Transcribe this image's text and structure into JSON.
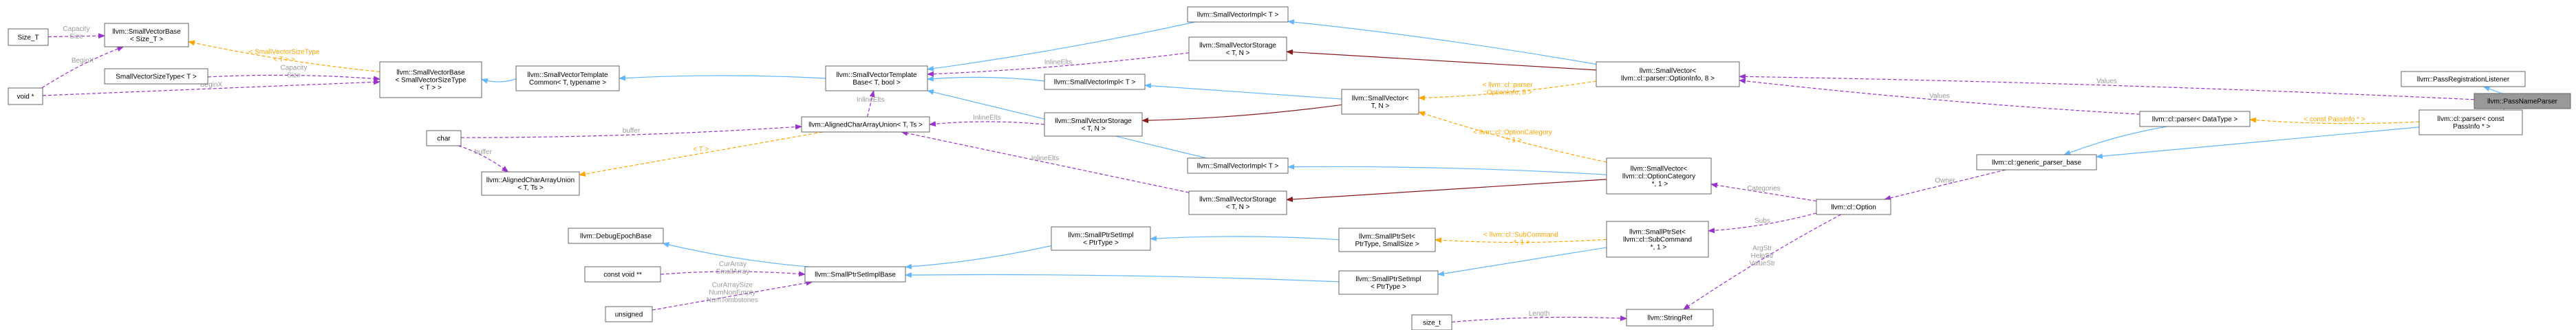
{
  "diagram": {
    "focus_node": "llvm::PassNameParser",
    "legend_colors": {
      "inheritance": "#63b8ff",
      "usage": "#9a32cd",
      "template_instance": "#ffa500",
      "private_inheritance": "#8b1a1a",
      "focus_fill": "#999999"
    },
    "nodes": {
      "size_t_cap": [
        "Size_T"
      ],
      "void_ptr": [
        "void *"
      ],
      "svec_base_sizet": [
        "llvm::SmallVectorBase",
        "< Size_T >"
      ],
      "svec_size_type": [
        "SmallVectorSizeType< T >"
      ],
      "svec_base_svst": [
        "llvm::SmallVectorBase",
        "< SmallVectorSizeType",
        "< T > >"
      ],
      "svec_tpl_common": [
        "llvm::SmallVectorTemplate",
        "Common< T, typename >"
      ],
      "svec_tpl_base": [
        "llvm::SmallVectorTemplate",
        "Base< T, bool >"
      ],
      "char": [
        "char"
      ],
      "aligned_union": [
        "llvm::AlignedCharArrayUnion< T, Ts >"
      ],
      "aligned_ts": [
        "llvm::AlignedCharArrayUnion",
        "< T, Ts >"
      ],
      "debug_epoch": [
        "llvm::DebugEpochBase"
      ],
      "const_void": [
        "const void **"
      ],
      "sps_impl_base": [
        "llvm::SmallPtrSetImplBase"
      ],
      "unsigned": [
        "unsigned"
      ],
      "sv_impl_top": [
        "llvm::SmallVectorImpl< T >"
      ],
      "sv_storage_1": [
        "llvm::SmallVectorStorage",
        "< T, N >"
      ],
      "sv_impl_2": [
        "llvm::SmallVectorImpl< T >"
      ],
      "sv_storage_2": [
        "llvm::SmallVectorStorage",
        "< T, N >"
      ],
      "sv_impl_3": [
        "llvm::SmallVectorImpl< T >"
      ],
      "sv_storage_3": [
        "llvm::SmallVectorStorage",
        "< T, N >"
      ],
      "sps_impl_ptr": [
        "llvm::SmallPtrSetImpl",
        "< PtrType >"
      ],
      "sv_tn": [
        "llvm::SmallVector<",
        "T, N >"
      ],
      "sps_ptr_size": [
        "llvm::SmallPtrSet<",
        "PtrType, SmallSize >"
      ],
      "sps_impl_ptr2": [
        "llvm::SmallPtrSetImpl",
        "< PtrType >"
      ],
      "size_t": [
        "size_t"
      ],
      "sv_optioninfo": [
        "llvm::SmallVector<",
        "llvm::cl::parser::OptionInfo, 8 >"
      ],
      "sv_optcat": [
        "llvm::SmallVector<",
        "llvm::cl::OptionCategory",
        " *, 1 >"
      ],
      "sps_subcmd": [
        "llvm::SmallPtrSet<",
        "llvm::cl::SubCommand",
        " *, 1 >"
      ],
      "string_ref": [
        "llvm::StringRef"
      ],
      "cl_option": [
        "llvm::cl::Option"
      ],
      "cl_parser_dt": [
        "llvm::cl::parser< DataType >"
      ],
      "generic_parser_base": [
        "llvm::cl::generic_parser_base"
      ],
      "pass_reg_listener": [
        "llvm::PassRegistrationListener"
      ],
      "cl_parser_passinfo": [
        "llvm::cl::parser< const",
        " PassInfo * >"
      ],
      "pass_name_parser": [
        "llvm::PassNameParser"
      ]
    },
    "edge_labels": {
      "capacity_size_1": [
        "Capacity",
        "Size"
      ],
      "beginx_1": [
        "BeginX"
      ],
      "svst_tpl": [
        "< SmallVectorSizeType",
        "< T > >"
      ],
      "capacity_size_2": [
        "Capacity",
        "Size"
      ],
      "beginx_2": [
        "BeginX"
      ],
      "inline_elts_1": [
        "InlineElts"
      ],
      "inline_elts_2": [
        "InlineElts"
      ],
      "inline_elts_3": [
        "InlineElts"
      ],
      "buffer_1": [
        "buffer"
      ],
      "buffer_2": [
        "buffer"
      ],
      "t_tpl": [
        "< T >"
      ],
      "curarray_smallarray": [
        "CurArray",
        "SmallArray"
      ],
      "curarraysize": [
        "CurArraySize",
        "NumNonEmpty",
        "NumTombstones"
      ],
      "optioninfo_tpl": [
        "< llvm::cl::parser",
        "::OptionInfo, 8 >"
      ],
      "optcat_tpl": [
        "< llvm::cl::OptionCategory",
        " *, 1 >"
      ],
      "subcmd_tpl": [
        "< llvm::cl::SubCommand",
        " *, 1 >"
      ],
      "values_1": [
        "Values"
      ],
      "values_2": [
        "Values"
      ],
      "categories": [
        "Categories"
      ],
      "subs": [
        "Subs"
      ],
      "argstr": [
        "ArgStr",
        "HelpStr",
        "ValueStr"
      ],
      "length": [
        "Length"
      ],
      "owner": [
        "Owner"
      ],
      "passinfo_tpl": [
        "< const PassInfo * >"
      ]
    }
  }
}
